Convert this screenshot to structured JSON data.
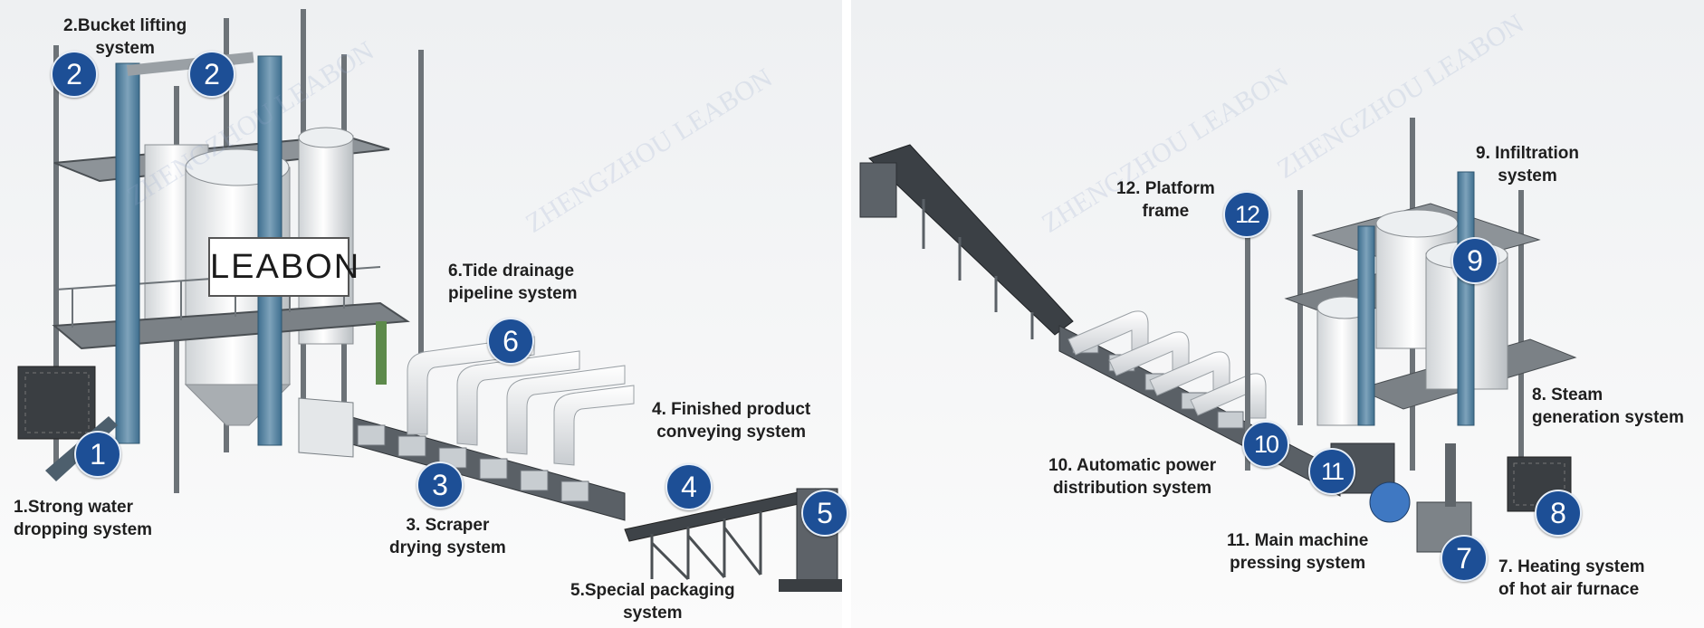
{
  "brand": "LEABON",
  "watermark": "ZHENGZHOU LEABON",
  "badges": {
    "b1": "1",
    "b2": "2",
    "b3": "3",
    "b4": "4",
    "b5": "5",
    "b6": "6",
    "b7": "7",
    "b8": "8",
    "b9": "9",
    "b10": "10",
    "b11": "11",
    "b12": "12"
  },
  "left": {
    "l1": [
      "1.Strong water",
      "dropping system"
    ],
    "l2": [
      "2.Bucket lifting",
      "system"
    ],
    "l3": [
      "3. Scraper",
      "drying system"
    ],
    "l4": [
      "4. Finished product",
      "conveying system"
    ],
    "l5": [
      "5.Special packaging",
      "system"
    ],
    "l6": [
      "6.Tide drainage",
      "pipeline system"
    ]
  },
  "right": {
    "l7": [
      "7. Heating system",
      "of hot air furnace"
    ],
    "l8": [
      "8. Steam",
      "generation system"
    ],
    "l9": [
      "9. Infiltration",
      "system"
    ],
    "l10": [
      "10. Automatic power",
      "distribution system"
    ],
    "l11": [
      "11. Main machine",
      "pressing system"
    ],
    "l12": [
      "12. Platform",
      "frame"
    ]
  }
}
